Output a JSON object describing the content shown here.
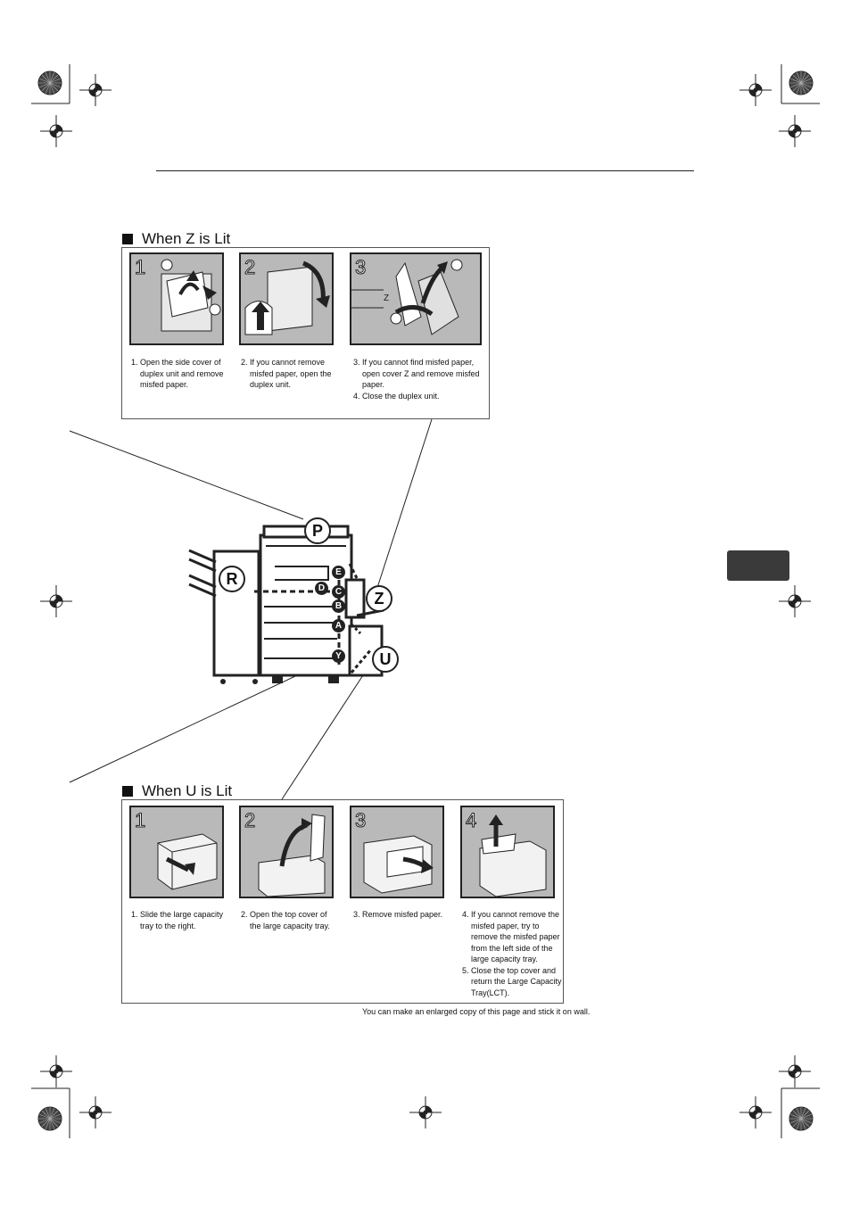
{
  "section_z": {
    "title": "When Z is Lit",
    "steps": [
      {
        "number": "1",
        "items": [
          {
            "num": "1.",
            "text": "Open the side cover of duplex unit and remove misfed paper."
          }
        ]
      },
      {
        "number": "2",
        "items": [
          {
            "num": "2.",
            "text": "If you cannot remove misfed paper, open the duplex unit."
          }
        ]
      },
      {
        "number": "3",
        "items": [
          {
            "num": "3.",
            "text": "If you cannot find misfed paper, open cover Z and remove misfed paper."
          },
          {
            "num": "4.",
            "text": "Close the duplex unit."
          }
        ]
      }
    ]
  },
  "section_u": {
    "title": "When U is Lit",
    "steps": [
      {
        "number": "1",
        "items": [
          {
            "num": "1.",
            "text": "Slide the large capacity tray to the right."
          }
        ]
      },
      {
        "number": "2",
        "items": [
          {
            "num": "2.",
            "text": "Open the top cover of the large capacity tray."
          }
        ]
      },
      {
        "number": "3",
        "items": [
          {
            "num": "3.",
            "text": "Remove misfed paper."
          }
        ]
      },
      {
        "number": "4",
        "items": [
          {
            "num": "4.",
            "text": "If you cannot remove the misfed paper, try to remove the misfed paper from the left side of the large capacity tray."
          },
          {
            "num": "5.",
            "text": "Close the top cover and return the Large Capacity Tray(LCT)."
          }
        ]
      }
    ]
  },
  "machine_labels": {
    "p": "P",
    "r": "R",
    "z": "Z",
    "u": "U",
    "e": "E",
    "c": "C",
    "d": "D",
    "b": "B",
    "a": "A",
    "y": "Y"
  },
  "footer_note": "You can make an enlarged copy of this page and stick it on wall.",
  "colors": {
    "image_bg": "#b9b9b9",
    "tab": "#3a3a3a",
    "ink": "#111111"
  }
}
